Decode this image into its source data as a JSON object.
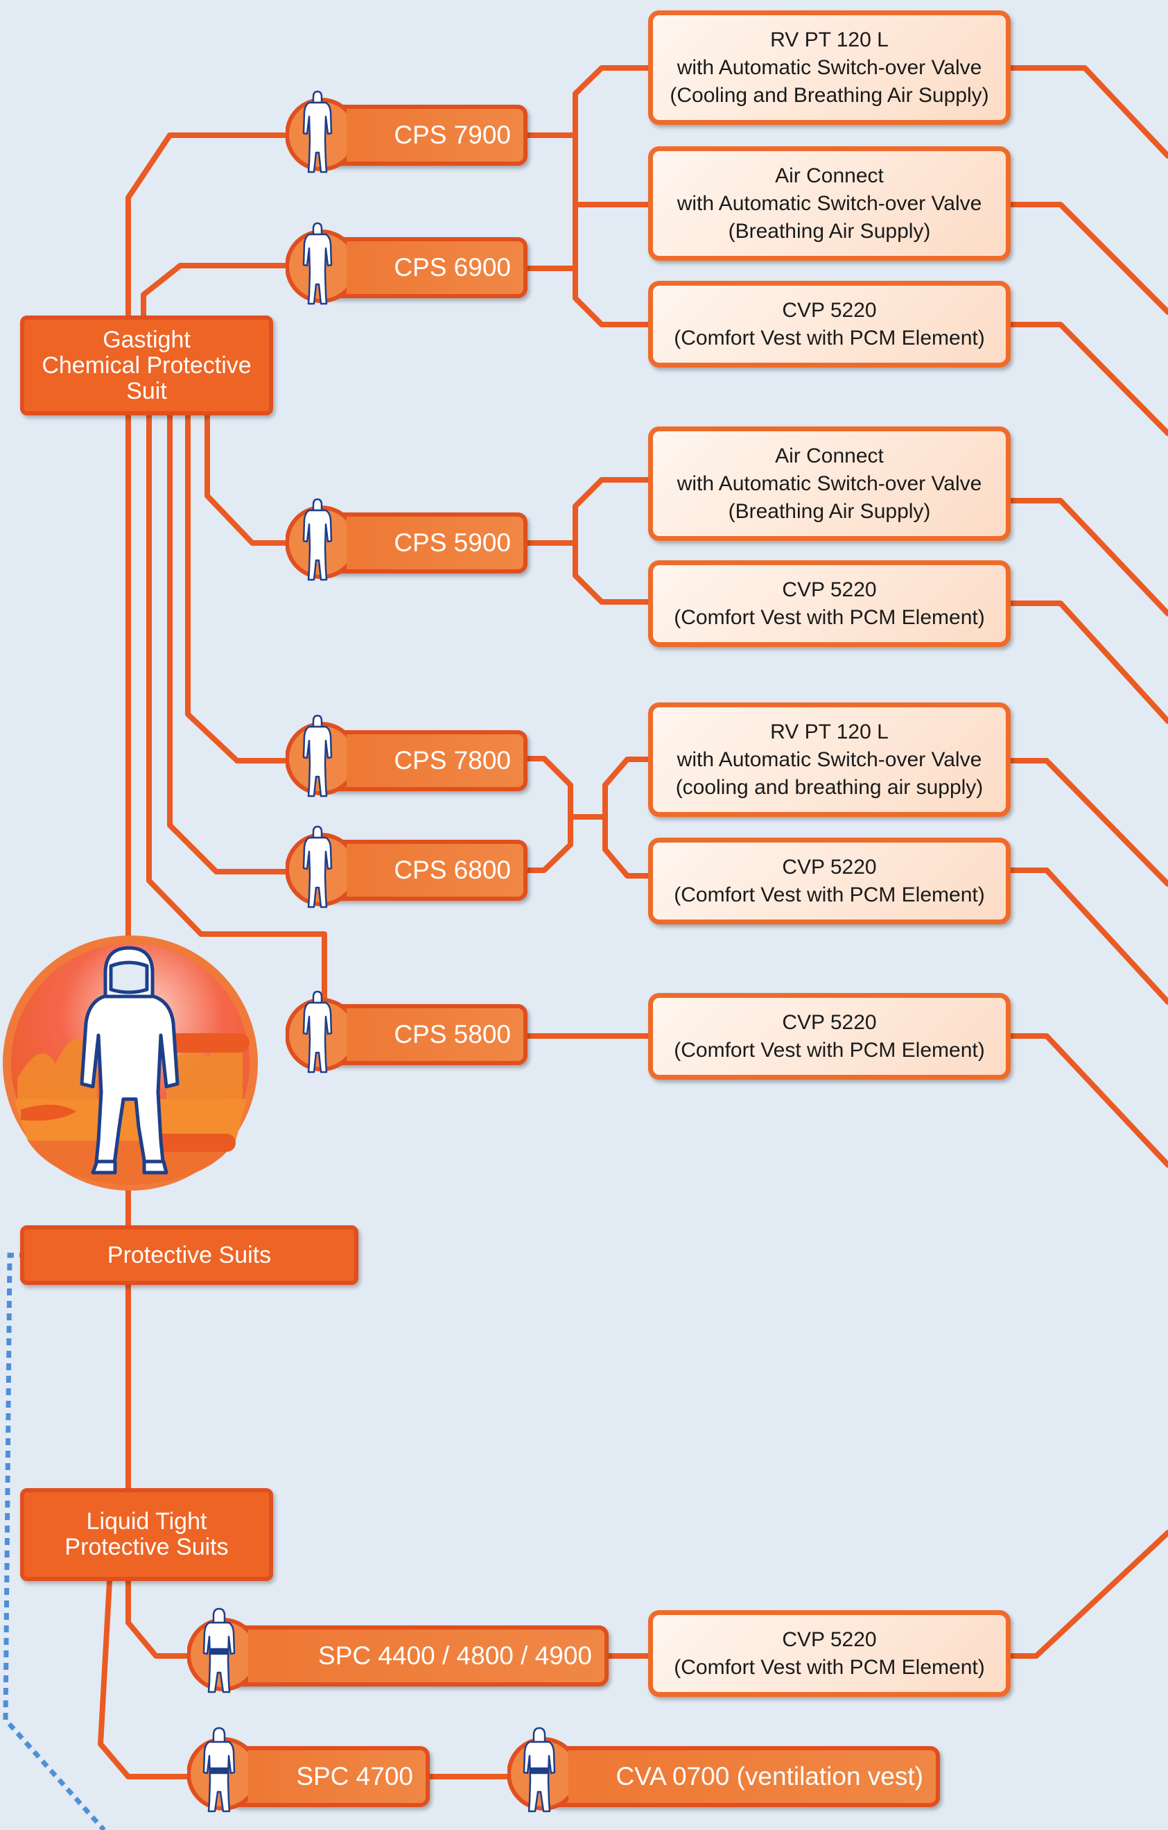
{
  "colors": {
    "background": "#e2eaf4",
    "connector": "#ea5a22",
    "category_fill": "#ee6425",
    "box_border": "#ef6b2a",
    "suit_icon_outline": "#1d3f8a",
    "dashed_line": "#4f8fd6"
  },
  "categories": {
    "gastight": [
      "Gastight",
      "Chemical Protective",
      "Suit"
    ],
    "protective_suits": "Protective Suits",
    "liquid_tight": [
      "Liquid Tight",
      "Protective Suits"
    ]
  },
  "suits": {
    "cps7900": "CPS 7900",
    "cps6900": "CPS 6900",
    "cps5900": "CPS 5900",
    "cps7800": "CPS 7800",
    "cps6800": "CPS 6800",
    "cps5800": "CPS 5800",
    "spc4400": "SPC 4400 / 4800 / 4900",
    "spc4700": "SPC 4700",
    "cva0700": "CVA 0700 (ventilation vest)"
  },
  "accessories": {
    "a1": [
      "RV PT 120 L",
      "with Automatic Switch-over Valve",
      "(Cooling and Breathing Air Supply)"
    ],
    "a2": [
      "Air Connect",
      "with Automatic Switch-over Valve",
      "(Breathing Air Supply)"
    ],
    "a3": [
      "CVP 5220",
      "(Comfort Vest with PCM Element)"
    ],
    "a4": [
      "Air Connect",
      "with Automatic Switch-over Valve",
      "(Breathing Air Supply)"
    ],
    "a5": [
      "CVP 5220",
      "(Comfort Vest with PCM Element)"
    ],
    "a6": [
      "RV PT 120 L",
      "with Automatic Switch-over Valve",
      "(cooling and breathing air supply)"
    ],
    "a7": [
      "CVP 5220",
      "(Comfort Vest with PCM Element)"
    ],
    "a8": [
      "CVP 5220",
      "(Comfort Vest with PCM Element)"
    ],
    "a9": [
      "CVP 5220",
      "(Comfort Vest with PCM Element)"
    ]
  },
  "icons": {
    "suit": "protective-suit-icon",
    "hero": "chemical-suit-fire-illustration"
  }
}
